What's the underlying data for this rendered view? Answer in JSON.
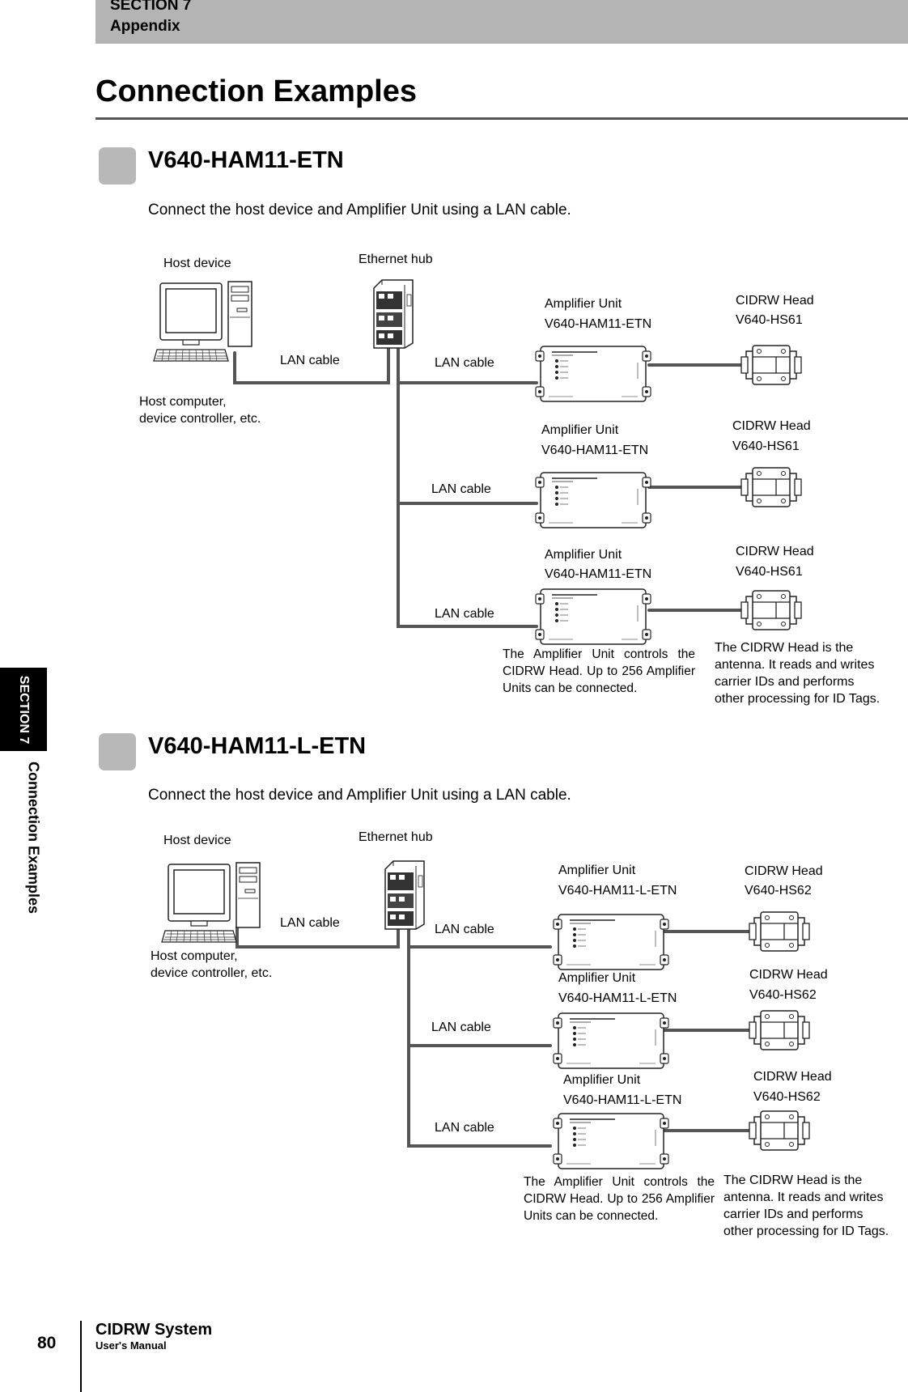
{
  "header": {
    "section": "SECTION 7",
    "chapter": "Appendix"
  },
  "page_title": "Connection Examples",
  "side_tab": {
    "section": "SECTION 7",
    "title": "Connection Examples"
  },
  "colors": {
    "header_bar": "#b4b4b4",
    "section_square": "#b8b8b8",
    "cable": "#555555",
    "side_tab": "#000000"
  },
  "sections": [
    {
      "heading": "V640-HAM11-ETN",
      "intro": "Connect the host device and Amplifier Unit using a LAN cable.",
      "host_label": "Host device",
      "hub_label": "Ethernet hub",
      "host_caption_1": "Host computer,",
      "host_caption_2": "device controller, etc.",
      "host_cable": "LAN cable",
      "rows": [
        {
          "cable": "LAN cable",
          "amp_title": "Amplifier Unit",
          "amp_model": "V640-HAM11-ETN",
          "head_title": "CIDRW Head",
          "head_model": "V640-HS61"
        },
        {
          "cable": "LAN cable",
          "amp_title": "Amplifier Unit",
          "amp_model": "V640-HAM11-ETN",
          "head_title": "CIDRW Head",
          "head_model": "V640-HS61"
        },
        {
          "cable": "LAN cable",
          "amp_title": "Amplifier Unit",
          "amp_model": "V640-HAM11-ETN",
          "head_title": "CIDRW Head",
          "head_model": "V640-HS61"
        }
      ],
      "amp_note": "The Amplifier Unit controls the CIDRW Head. Up to 256 Amplifier Units can be connected.",
      "head_note": [
        "The CIDRW Head is the",
        "antenna. It reads and writes",
        "carrier IDs and performs",
        "other processing for ID Tags."
      ]
    },
    {
      "heading": "V640-HAM11-L-ETN",
      "intro": "Connect the host device and Amplifier Unit using a LAN cable.",
      "host_label": "Host device",
      "hub_label": "Ethernet hub",
      "host_caption_1": "Host computer,",
      "host_caption_2": "device controller, etc.",
      "host_cable": "LAN cable",
      "rows": [
        {
          "cable": "LAN cable",
          "amp_title": "Amplifier Unit",
          "amp_model": "V640-HAM11-L-ETN",
          "head_title": "CIDRW Head",
          "head_model": "V640-HS62"
        },
        {
          "cable": "LAN cable",
          "amp_title": "Amplifier Unit",
          "amp_model": "V640-HAM11-L-ETN",
          "head_title": "CIDRW Head",
          "head_model": "V640-HS62"
        },
        {
          "cable": "LAN cable",
          "amp_title": "Amplifier Unit",
          "amp_model": "V640-HAM11-L-ETN",
          "head_title": "CIDRW Head",
          "head_model": "V640-HS62"
        }
      ],
      "amp_note": "The Amplifier Unit controls the CIDRW Head. Up to 256 Amplifier Units can be connected.",
      "head_note": [
        "The CIDRW Head is the",
        "antenna. It reads and writes",
        "carrier IDs and performs",
        "other processing for ID Tags."
      ]
    }
  ],
  "footer": {
    "page_number": "80",
    "title": "CIDRW System",
    "subtitle": "User's Manual"
  }
}
